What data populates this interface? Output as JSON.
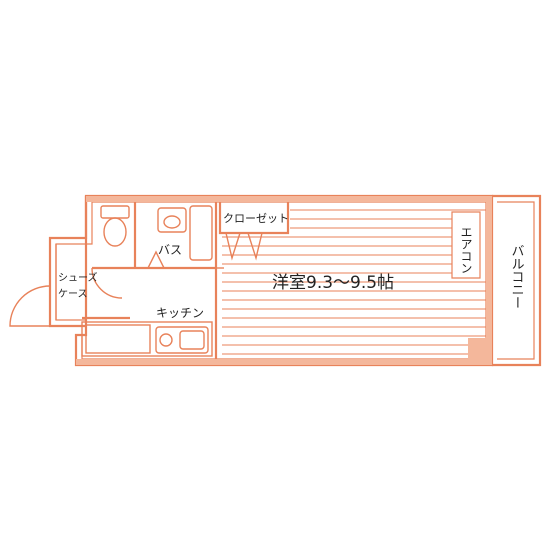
{
  "colors": {
    "wall": "#e8825a",
    "wall_fill": "#f4b79b",
    "floor_line": "#e8825a",
    "fixture": "#e8825a",
    "text": "#222222",
    "background": "#ffffff"
  },
  "rooms": {
    "western_room": "洋室9.3～9.5帖",
    "kitchen": "キッチン",
    "bath": "バス",
    "closet": "クローゼット",
    "aircon": "エアコン",
    "balcony": "バルコニー",
    "shoe_case_line1": "シューズ",
    "shoe_case_line2": "ケース"
  }
}
